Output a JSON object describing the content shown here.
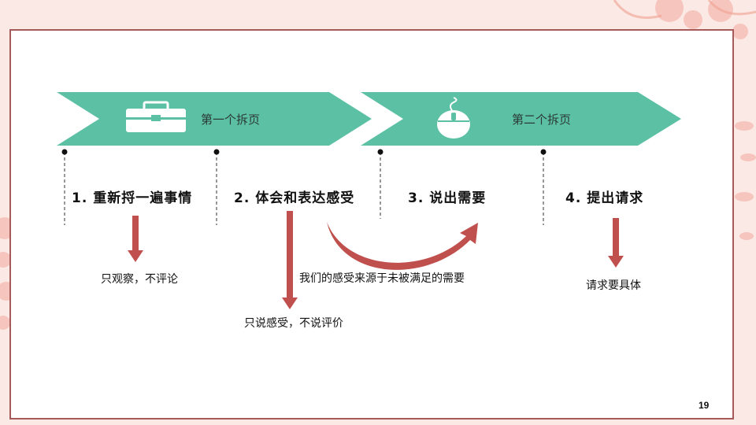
{
  "colors": {
    "banner": "#5cc0a4",
    "arrow": "#c0504d",
    "frame": "#a65a5a"
  },
  "banners": [
    {
      "label": "第一个拆页",
      "icon": "toolbox-icon"
    },
    {
      "label": "第二个拆页",
      "icon": "mouse-icon"
    }
  ],
  "steps": [
    "1. 重新捋一遍事情",
    "2. 体会和表达感受",
    "3. 说出需要",
    "4. 提出请求"
  ],
  "notes": {
    "observe": "只观察，不评论",
    "feelings": "只说感受，不说评价",
    "needs": "我们的感受来源于未被满足的需要",
    "request": "请求要具体"
  },
  "page_number": "19"
}
